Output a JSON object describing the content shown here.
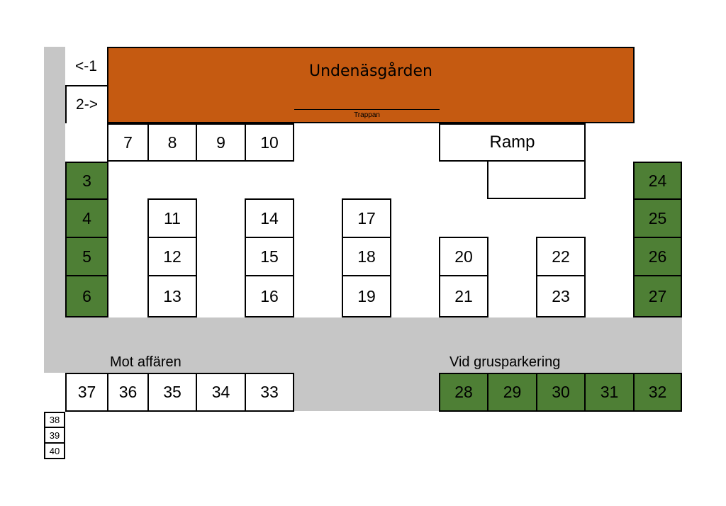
{
  "building": {
    "name": "Undenäsgården",
    "stairs_label": "Trappan"
  },
  "entrances": {
    "left": "<-1",
    "right": "2->"
  },
  "ramp_label": "Ramp",
  "areas": {
    "toward_store": "Mot affären",
    "gravel_parking": "Vid grusparkering"
  },
  "colors": {
    "building": "#c55a11",
    "green_stall": "#4e7f35",
    "road": "#c6c6c6"
  },
  "stalls": {
    "s3": "3",
    "s4": "4",
    "s5": "5",
    "s6": "6",
    "s7": "7",
    "s8": "8",
    "s9": "9",
    "s10": "10",
    "s11": "11",
    "s12": "12",
    "s13": "13",
    "s14": "14",
    "s15": "15",
    "s16": "16",
    "s17": "17",
    "s18": "18",
    "s19": "19",
    "s20": "20",
    "s21": "21",
    "s22": "22",
    "s23": "23",
    "s24": "24",
    "s25": "25",
    "s26": "26",
    "s27": "27",
    "s28": "28",
    "s29": "29",
    "s30": "30",
    "s31": "31",
    "s32": "32",
    "s33": "33",
    "s34": "34",
    "s35": "35",
    "s36": "36",
    "s37": "37",
    "s38": "38",
    "s39": "39",
    "s40": "40"
  }
}
